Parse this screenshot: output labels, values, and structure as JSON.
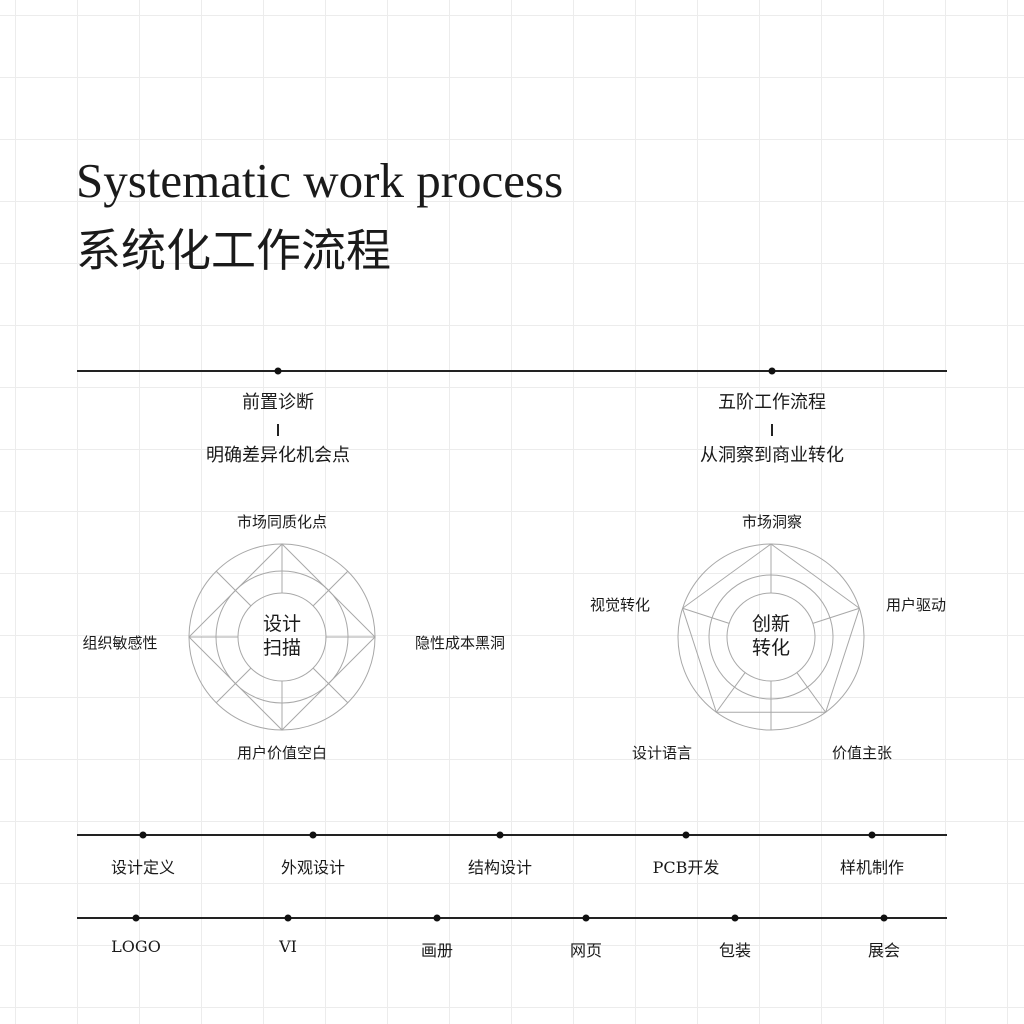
{
  "title": {
    "en": "Systematic work process",
    "zh": "系统化工作流程"
  },
  "phases": [
    {
      "title": "前置诊断",
      "subtitle": "明确差异化机会点"
    },
    {
      "title": "五阶工作流程",
      "subtitle": "从洞察到商业转化"
    }
  ],
  "radar_left": {
    "center_line1": "设计",
    "center_line2": "扫描",
    "axes": [
      "市场同质化点",
      "隐性成本黑洞",
      "用户价值空白",
      "组织敏感性"
    ]
  },
  "radar_right": {
    "center_line1": "创新",
    "center_line2": "转化",
    "axes": [
      "市场洞察",
      "用户驱动",
      "价值主张",
      "设计语言",
      "视觉转化"
    ]
  },
  "timeline1": [
    "设计定义",
    "外观设计",
    "结构设计",
    "PCB开发",
    "样机制作"
  ],
  "timeline2": [
    "LOGO",
    "VI",
    "画册",
    "网页",
    "包装",
    "展会"
  ]
}
